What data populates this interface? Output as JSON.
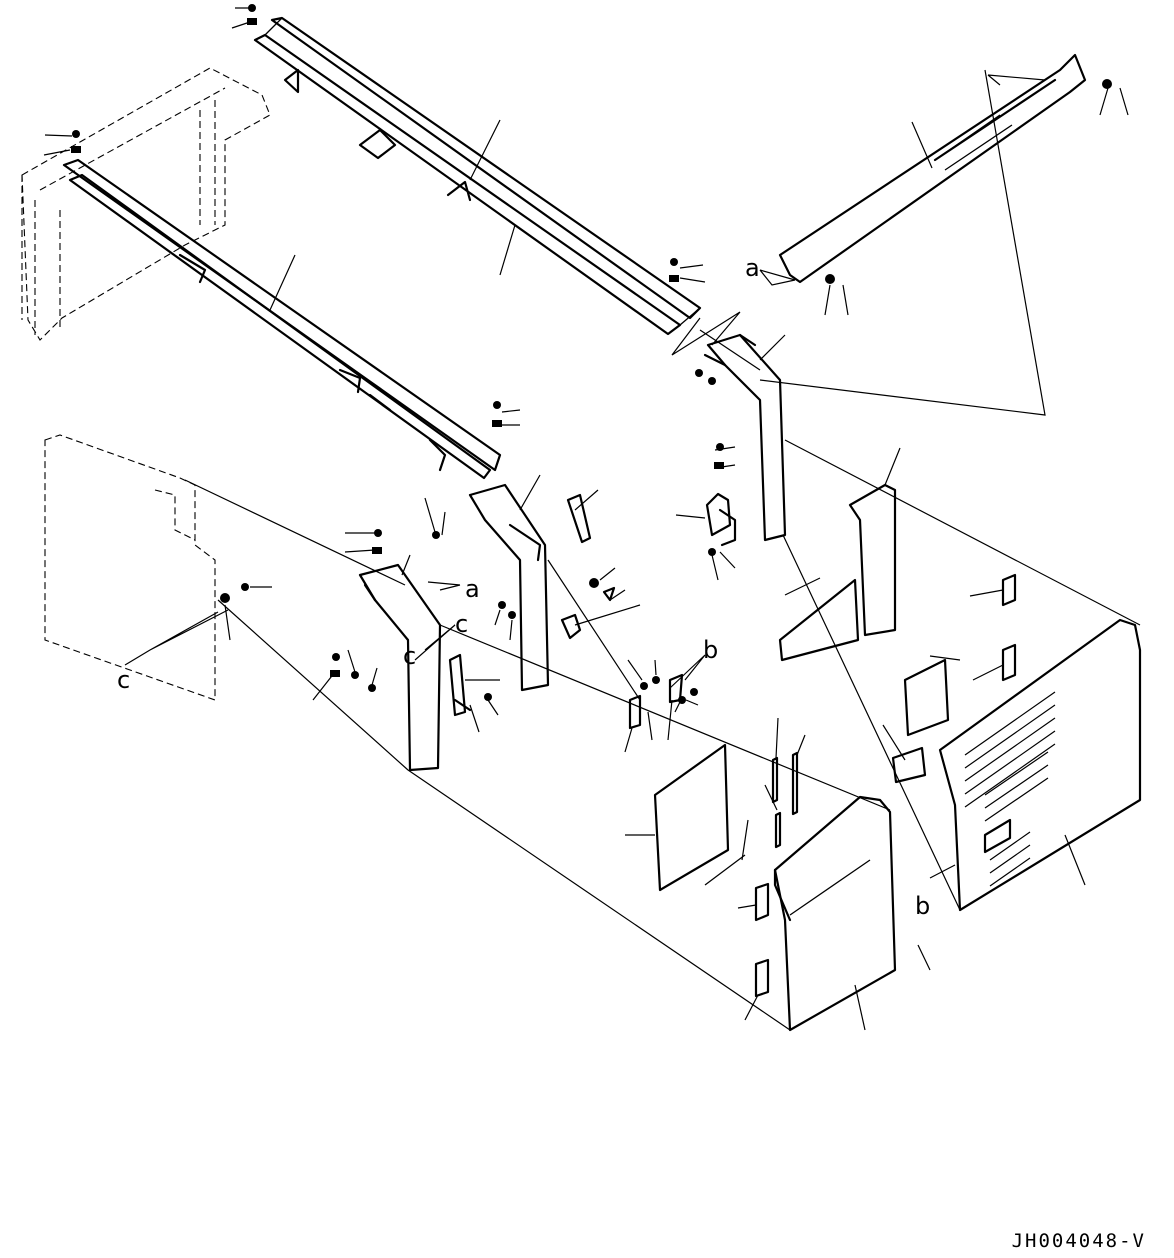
{
  "drawing_code": "JH004048-V",
  "callout_labels": [
    "a",
    "a",
    "b",
    "b",
    "c",
    "c",
    "c"
  ]
}
